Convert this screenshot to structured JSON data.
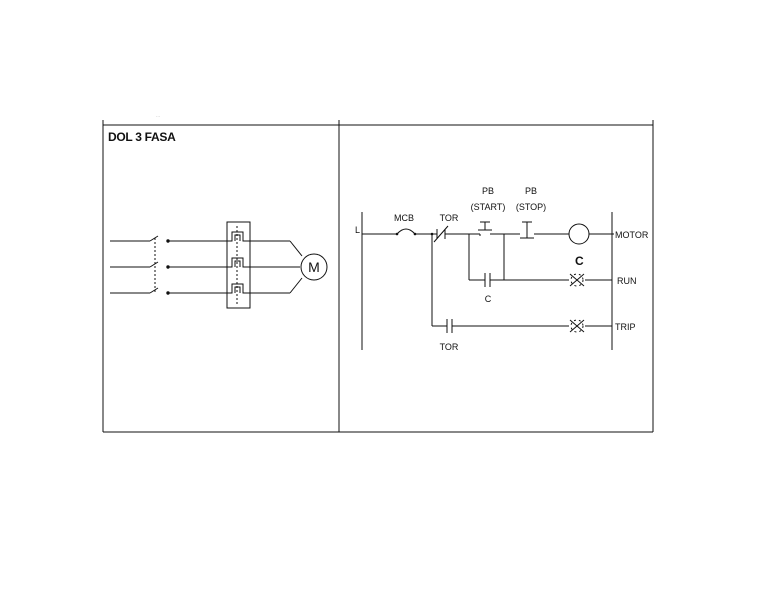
{
  "header_faint": "...",
  "left_panel": {
    "title": "DOL 3 FASA",
    "motor_symbol": "M"
  },
  "right_panel": {
    "line_label": "L",
    "mcb_label": "MCB",
    "tor_top_label": "TOR",
    "pb_start_label_1": "PB",
    "pb_start_label_2": "(START)",
    "pb_stop_label_1": "PB",
    "pb_stop_label_2": "(STOP)",
    "motor_label": "MOTOR",
    "c_bold_label": "C",
    "run_label": "RUN",
    "c_contact_label": "C",
    "trip_label": "TRIP",
    "tor_bottom_label": "TOR"
  }
}
